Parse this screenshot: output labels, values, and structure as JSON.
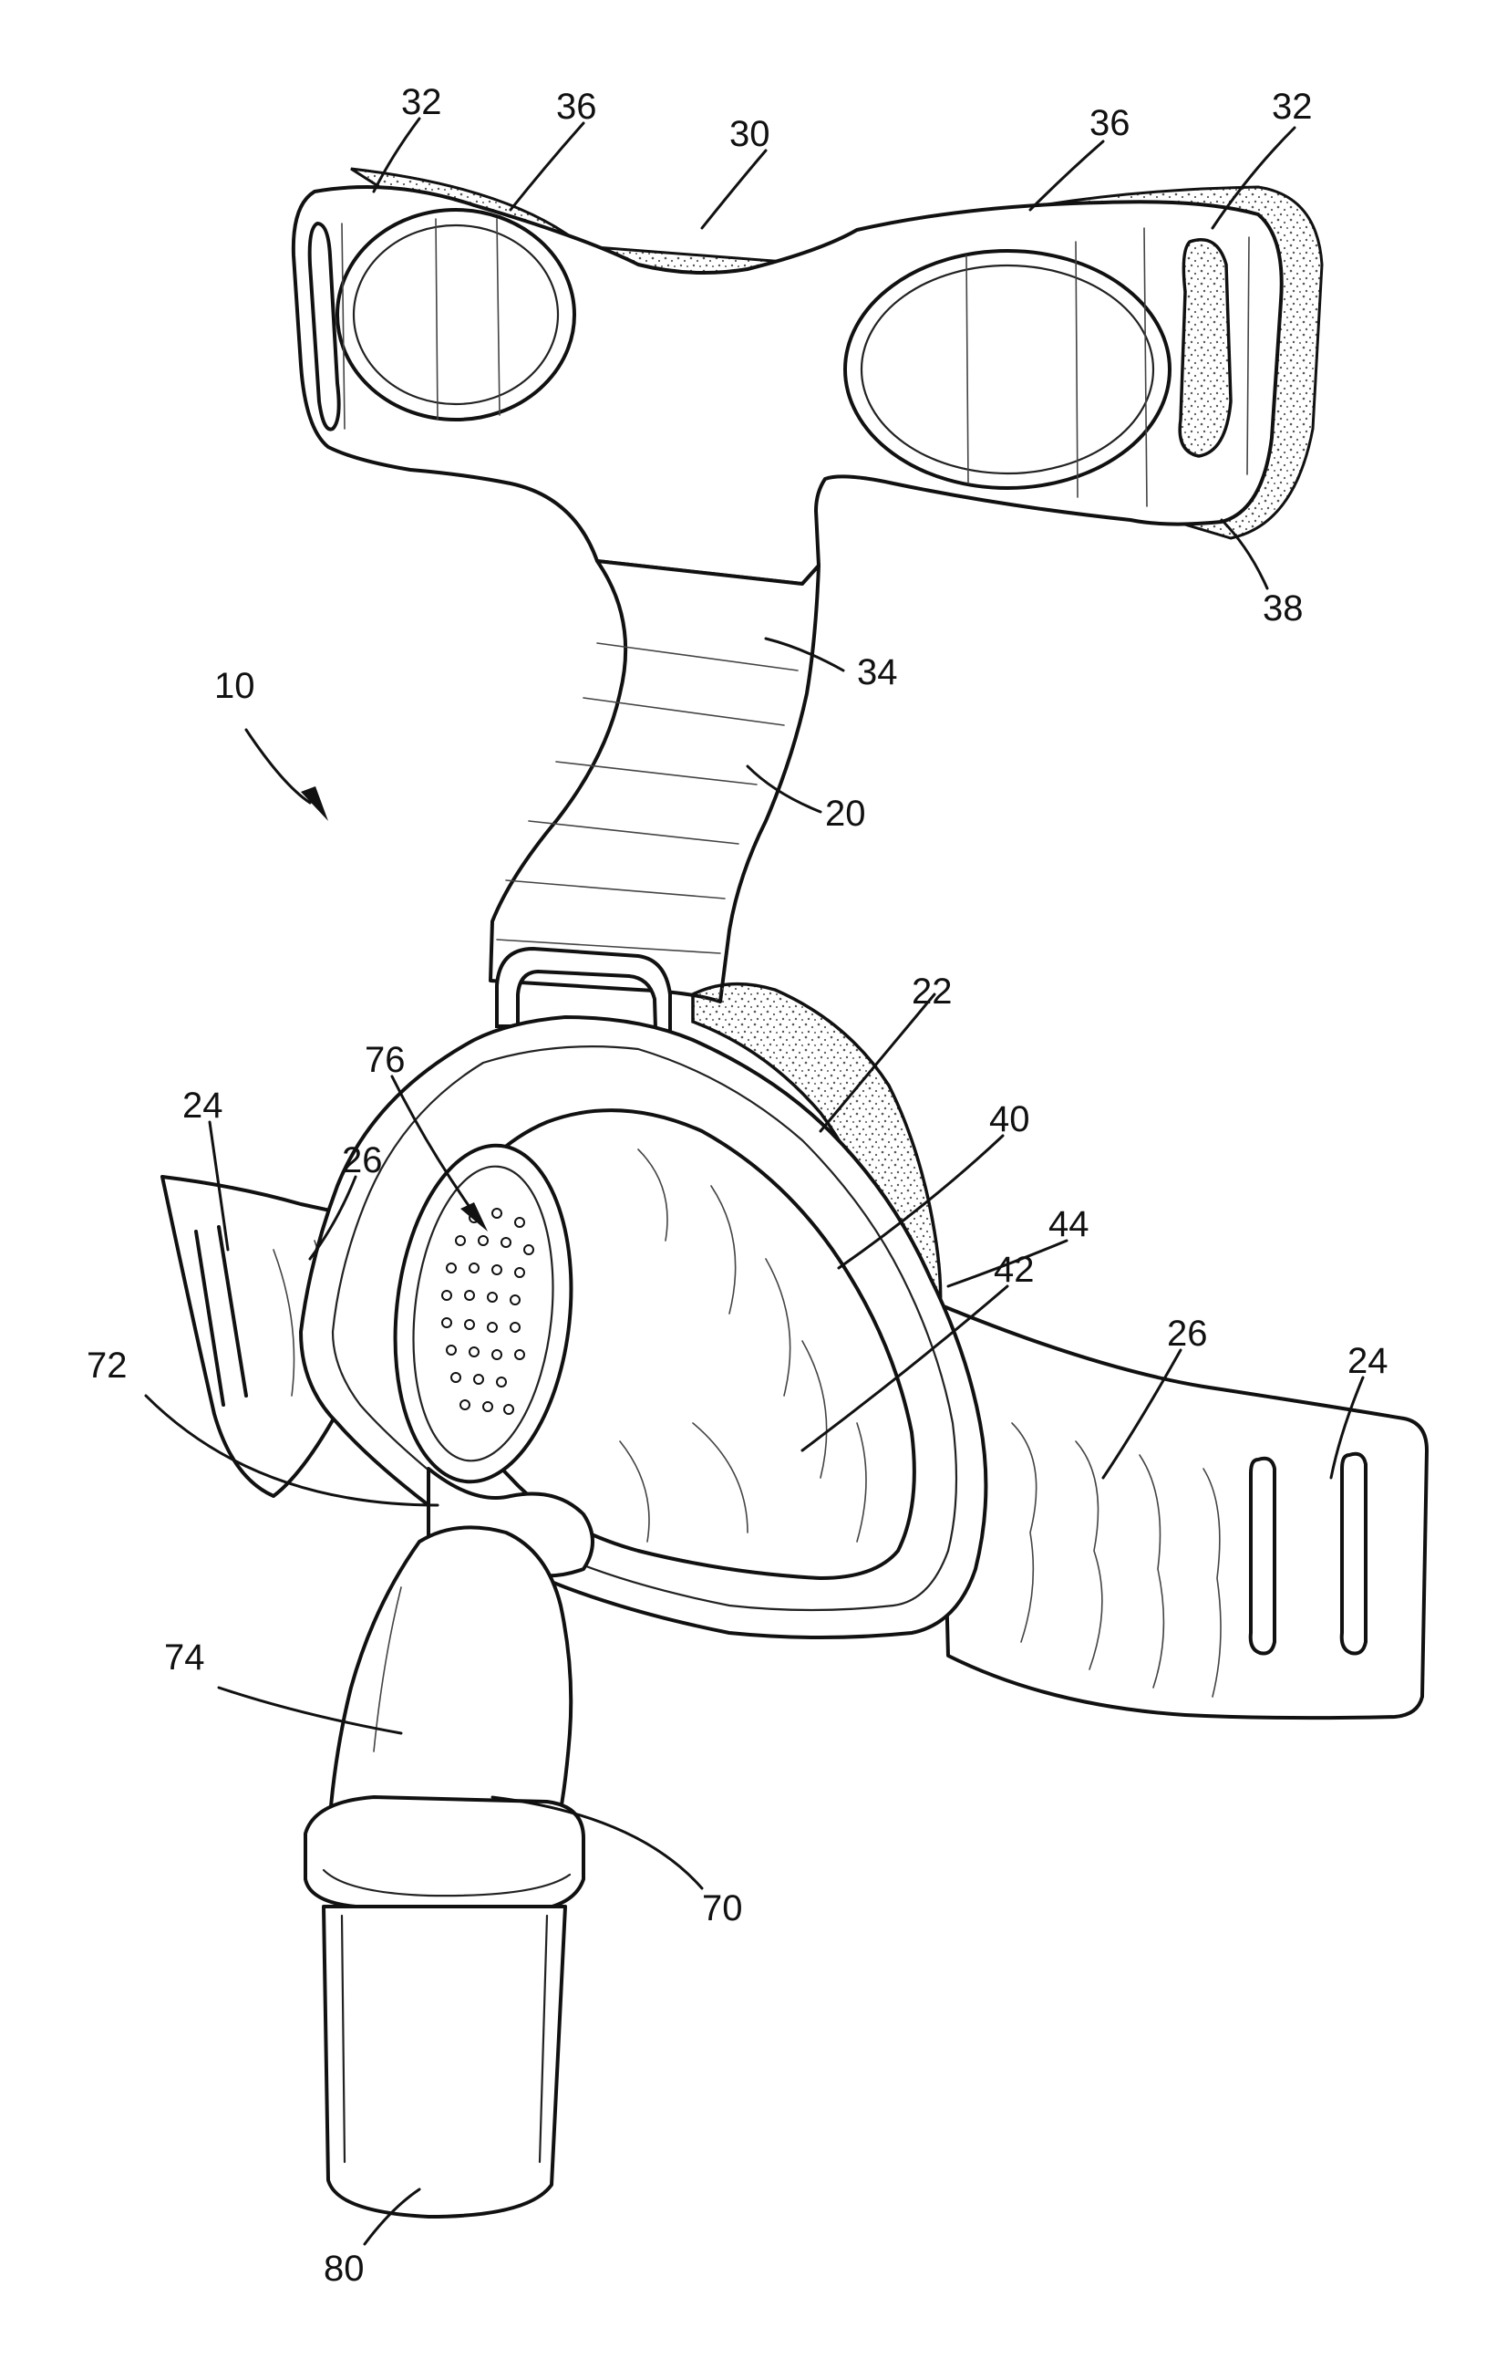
{
  "figure": {
    "labels": {
      "device": "10",
      "strap_body": "20",
      "frame": "22",
      "lower_tab_left": "24",
      "lower_tab_right": "24",
      "lower_strap_left": "26",
      "lower_strap_right": "26",
      "upper_strap": "30",
      "upper_slot_left": "32",
      "upper_slot_right": "32",
      "upper_pad_left": "36",
      "upper_pad_right": "36",
      "neck_strap": "34",
      "foam_edge": "38",
      "mask_shell": "40",
      "mask_inner": "42",
      "cushion": "44",
      "elbow_base": "70",
      "bridge": "72",
      "elbow": "74",
      "vent": "76",
      "swivel": "80"
    },
    "colors": {
      "line": "#111111",
      "paper": "#ffffff",
      "stipple": "#555555"
    }
  }
}
